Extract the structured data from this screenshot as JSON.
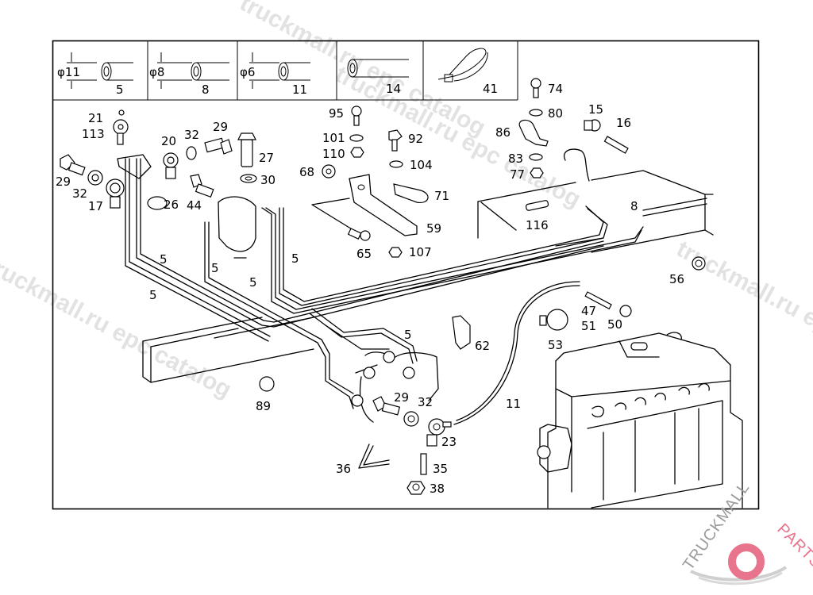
{
  "header_table": [
    {
      "diameter": "φ11",
      "part": "5"
    },
    {
      "diameter": "φ8",
      "part": "8"
    },
    {
      "diameter": "φ6",
      "part": "11"
    },
    {
      "diameter": "",
      "part": "14"
    },
    {
      "diameter": "",
      "part": "41"
    }
  ],
  "callouts": [
    {
      "id": "c21",
      "text": "21"
    },
    {
      "id": "c113",
      "text": "113"
    },
    {
      "id": "c20",
      "text": "20"
    },
    {
      "id": "c32a",
      "text": "32"
    },
    {
      "id": "c29a",
      "text": "29"
    },
    {
      "id": "c27",
      "text": "27"
    },
    {
      "id": "c30",
      "text": "30"
    },
    {
      "id": "c29b",
      "text": "29"
    },
    {
      "id": "c32b",
      "text": "32"
    },
    {
      "id": "c17",
      "text": "17"
    },
    {
      "id": "c26",
      "text": "26"
    },
    {
      "id": "c44",
      "text": "44"
    },
    {
      "id": "c95",
      "text": "95"
    },
    {
      "id": "c101",
      "text": "101"
    },
    {
      "id": "c110",
      "text": "110"
    },
    {
      "id": "c68",
      "text": "68"
    },
    {
      "id": "c92",
      "text": "92"
    },
    {
      "id": "c104",
      "text": "104"
    },
    {
      "id": "c71",
      "text": "71"
    },
    {
      "id": "c59",
      "text": "59"
    },
    {
      "id": "c65",
      "text": "65"
    },
    {
      "id": "c107",
      "text": "107"
    },
    {
      "id": "c74",
      "text": "74"
    },
    {
      "id": "c80",
      "text": "80"
    },
    {
      "id": "c86",
      "text": "86"
    },
    {
      "id": "c83",
      "text": "83"
    },
    {
      "id": "c77",
      "text": "77"
    },
    {
      "id": "c15",
      "text": "15"
    },
    {
      "id": "c16",
      "text": "16"
    },
    {
      "id": "c8",
      "text": "8"
    },
    {
      "id": "c116",
      "text": "116"
    },
    {
      "id": "c56",
      "text": "56"
    },
    {
      "id": "c5a",
      "text": "5"
    },
    {
      "id": "c5b",
      "text": "5"
    },
    {
      "id": "c5c",
      "text": "5"
    },
    {
      "id": "c5d",
      "text": "5"
    },
    {
      "id": "c5e",
      "text": "5"
    },
    {
      "id": "c5f",
      "text": "5"
    },
    {
      "id": "c47",
      "text": "47"
    },
    {
      "id": "c51",
      "text": "51"
    },
    {
      "id": "c50",
      "text": "50"
    },
    {
      "id": "c53",
      "text": "53"
    },
    {
      "id": "c62",
      "text": "62"
    },
    {
      "id": "c11",
      "text": "11"
    },
    {
      "id": "c89",
      "text": "89"
    },
    {
      "id": "c29c",
      "text": "29"
    },
    {
      "id": "c32c",
      "text": "32"
    },
    {
      "id": "c23",
      "text": "23"
    },
    {
      "id": "c36",
      "text": "36"
    },
    {
      "id": "c35",
      "text": "35"
    },
    {
      "id": "c38",
      "text": "38"
    }
  ],
  "watermarks": [
    "truckmall.ru epc catalog",
    "truckmall.ru epc catalog",
    "truckmall.ru epc catalog",
    "truckmall.ru epc catalog"
  ],
  "logo": {
    "text_gray": "TRUCKMALL",
    "text_pink": "PARTS",
    "accent_color": "#e8748e",
    "gray_color": "#9a9a9a"
  }
}
